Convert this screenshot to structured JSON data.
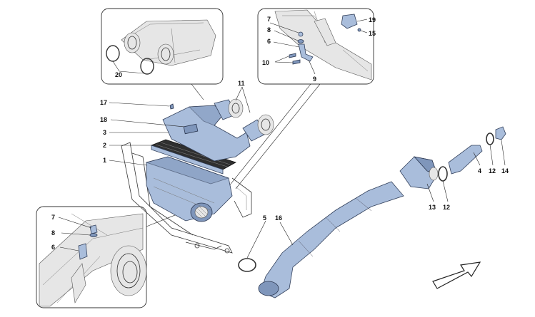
{
  "callouts": {
    "c17": "17",
    "c18": "18",
    "c3": "3",
    "c2": "2",
    "c1": "1",
    "c11": "11",
    "c20": "20",
    "c7a": "7",
    "c8a": "8",
    "c6a": "6",
    "c10": "10",
    "c9": "9",
    "c19": "19",
    "c15": "15",
    "c5": "5",
    "c16": "16",
    "c13": "13",
    "c12a": "12",
    "c4": "4",
    "c12b": "12",
    "c14": "14",
    "c7b": "7",
    "c8b": "8",
    "c6b": "6"
  },
  "colors": {
    "part_fill": "#a9bddb",
    "part_stroke": "#33415c",
    "line": "#222222"
  }
}
